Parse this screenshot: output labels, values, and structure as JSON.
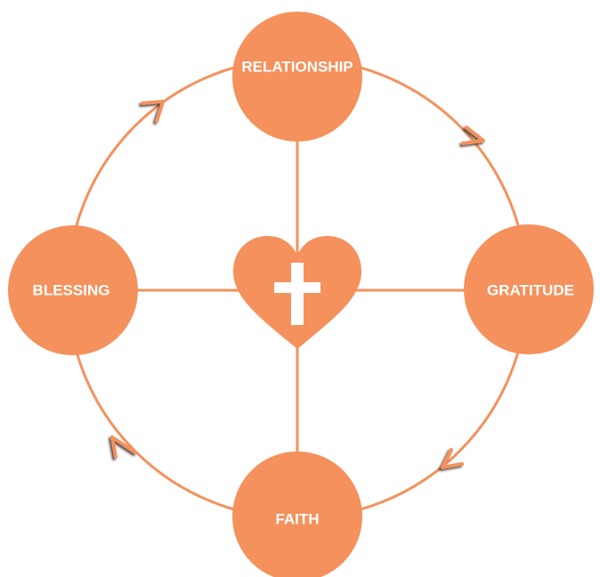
{
  "colors": {
    "accent": "#F4915C",
    "arrow_shadow": "#4a3a30",
    "cross": "#ffffff",
    "background": "#ffffff"
  },
  "center": {
    "shape": "heart",
    "icon": "cross-icon"
  },
  "nodes": {
    "relationship": "RELATIONSHIP",
    "gratitude": "GRATITUDE",
    "faith": "FAITH",
    "blessing": "BLESSING"
  },
  "cycle_order": [
    "RELATIONSHIP",
    "GRATITUDE",
    "FAITH",
    "BLESSING"
  ],
  "cycle_direction": "clockwise"
}
